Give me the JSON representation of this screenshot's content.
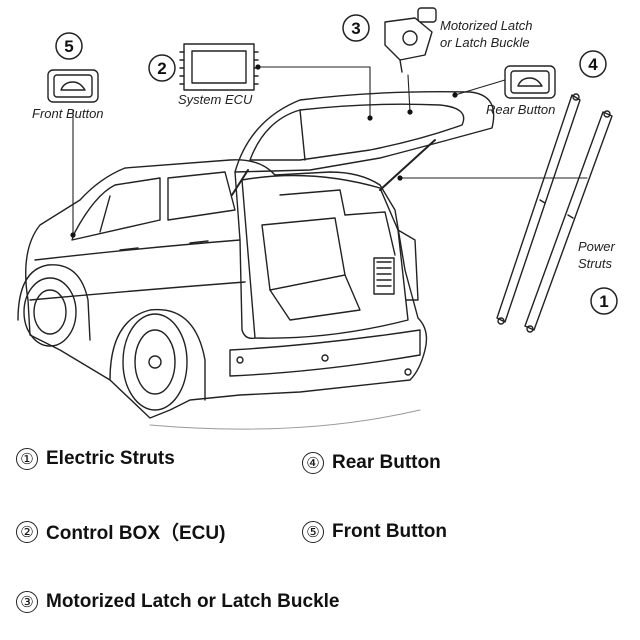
{
  "callouts": {
    "front_button": {
      "number": "5",
      "label": "Front Button"
    },
    "ecu": {
      "number": "2",
      "label": "System ECU"
    },
    "latch": {
      "number": "3",
      "label_line1": "Motorized Latch",
      "label_line2": "or Latch Buckle"
    },
    "rear_button": {
      "number": "4",
      "label": "Rear Button"
    },
    "struts": {
      "number": "1",
      "label_line1": "Power",
      "label_line2": "Struts"
    }
  },
  "legend": [
    {
      "number": "①",
      "text": "Electric Struts"
    },
    {
      "number": "④",
      "text": "Rear Button"
    },
    {
      "number": "②",
      "text": "Control BOX（ECU)"
    },
    {
      "number": "⑤",
      "text": "Front Button"
    },
    {
      "number": "③",
      "text": "Motorized Latch or Latch Buckle"
    }
  ]
}
